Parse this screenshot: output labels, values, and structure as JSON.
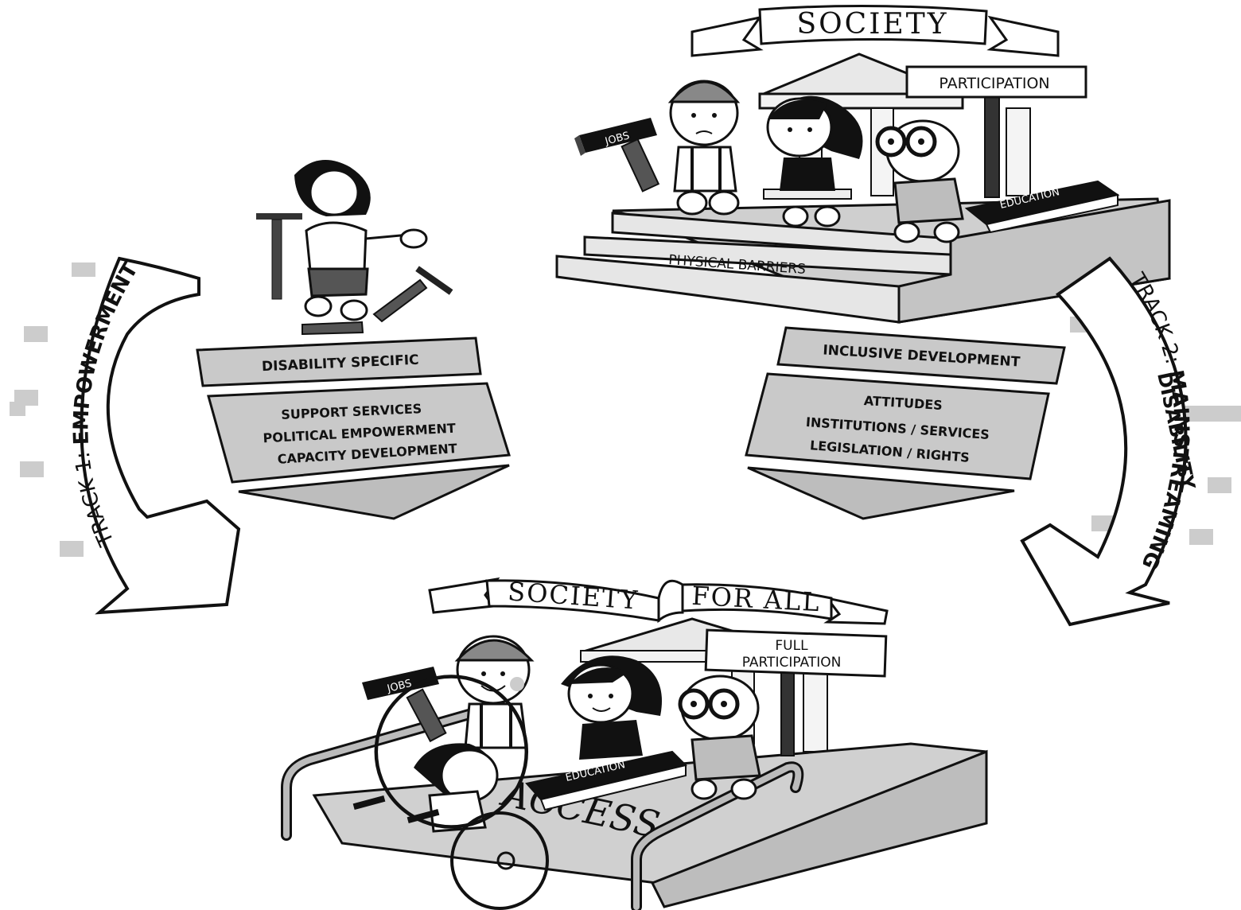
{
  "top_society": {
    "banner": "SOCIETY",
    "sign": "PARTICIPATION",
    "hammer_label": "JOBS",
    "book_label": "EDUCATION",
    "steps_label": "PHYSICAL BARRIERS"
  },
  "track1": {
    "arrow_prefix": "TRACK 1: ",
    "arrow_bold": "EMPOWERMENT",
    "header": "DISABILITY SPECIFIC",
    "items": [
      "SUPPORT SERVICES",
      "POLITICAL EMPOWERMENT",
      "CAPACITY DEVELOPMENT"
    ]
  },
  "track2": {
    "arrow_prefix": "TRACK 2: ",
    "arrow_bold_1": "MAINSTREAMING",
    "arrow_bold_2": "DISABILITY",
    "header": "INCLUSIVE DEVELOPMENT",
    "items": [
      "ATTITUDES",
      "INSTITUTIONS / SERVICES",
      "LEGISLATION / RIGHTS"
    ]
  },
  "bottom_society": {
    "banner_left": "SOCIETY",
    "banner_right": "FOR ALL",
    "sign_line1": "FULL",
    "sign_line2": "PARTICIPATION",
    "hammer_label": "JOBS",
    "book_label": "EDUCATION",
    "ramp_label": "ACCESS"
  },
  "colors": {
    "ink": "#111111",
    "light_gray": "#d9d9d9",
    "mid_gray": "#a8a8a8",
    "dark_gray": "#555555",
    "white": "#ffffff"
  }
}
